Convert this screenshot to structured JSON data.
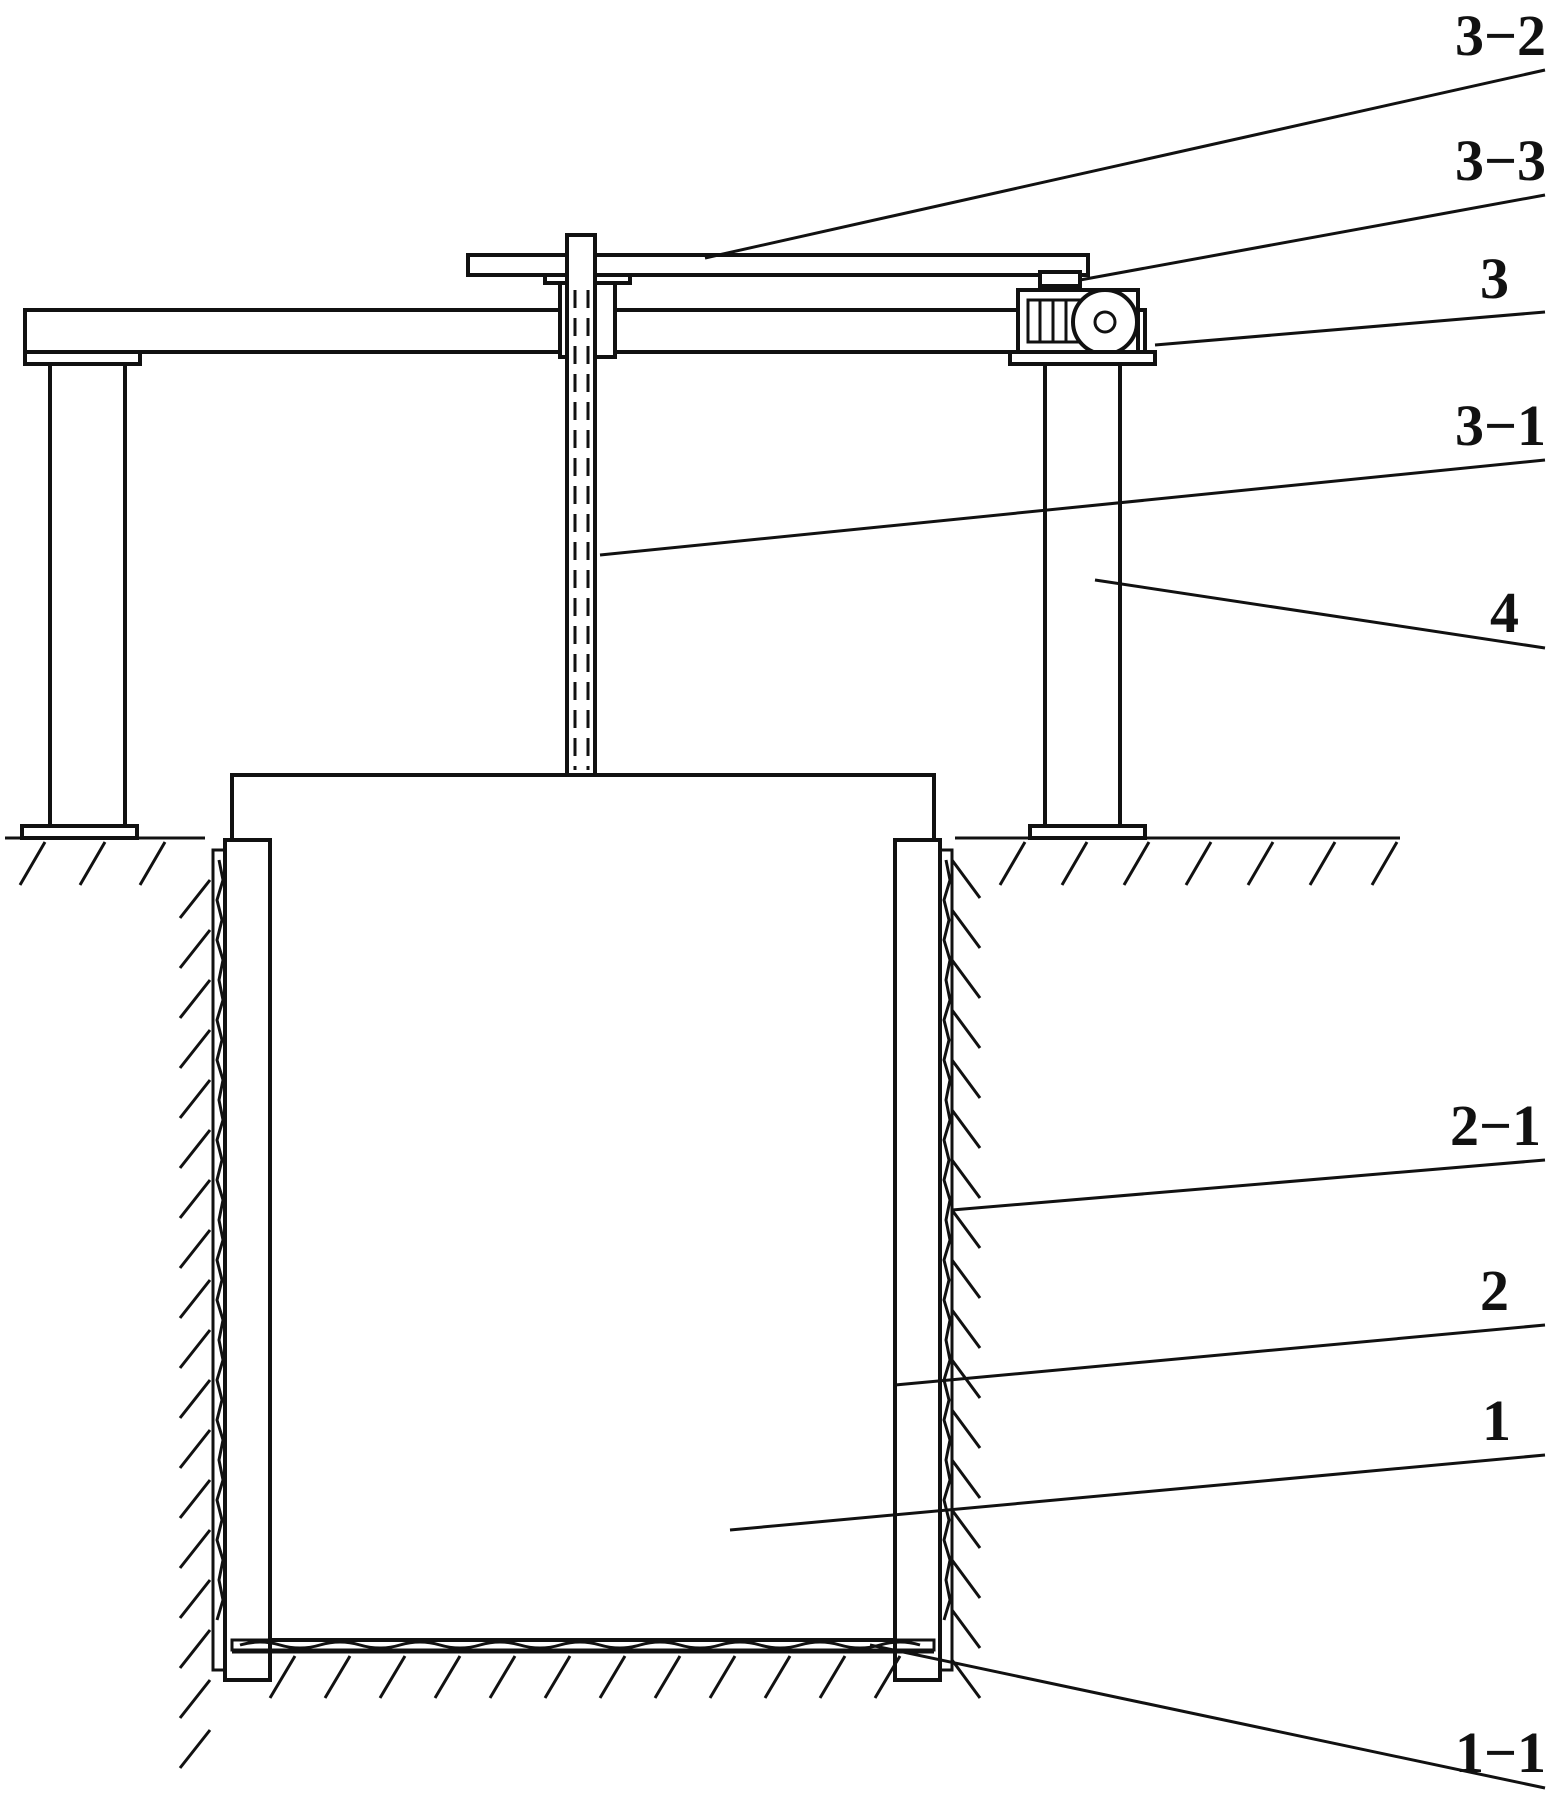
{
  "labels": {
    "l32": "3−2",
    "l33": "3−3",
    "l3": "3",
    "l31": "3−1",
    "l4": "4",
    "l21": "2−1",
    "l2": "2",
    "l1": "1",
    "l11": "1−1"
  },
  "colors": {
    "line": "#111111",
    "background": "#ffffff"
  }
}
